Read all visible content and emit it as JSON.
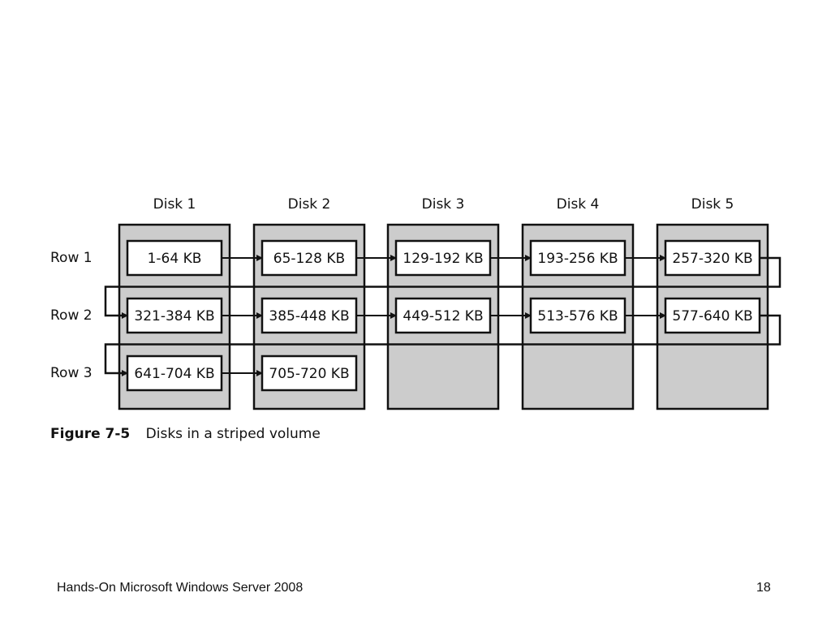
{
  "diagram": {
    "disks": [
      "Disk 1",
      "Disk 2",
      "Disk 3",
      "Disk 4",
      "Disk 5"
    ],
    "rows": [
      "Row 1",
      "Row 2",
      "Row 3"
    ],
    "blocks": [
      [
        "1-64 KB",
        "65-128 KB",
        "129-192 KB",
        "193-256 KB",
        "257-320 KB"
      ],
      [
        "321-384 KB",
        "385-448 KB",
        "449-512 KB",
        "513-576 KB",
        "577-640 KB"
      ],
      [
        "641-704 KB",
        "705-720 KB",
        "",
        "",
        ""
      ]
    ],
    "colors": {
      "disk_fill": "#cccccc",
      "block_fill": "#ffffff",
      "stroke": "#111111"
    }
  },
  "caption": {
    "number": "Figure 7-5",
    "text": "Disks in a striped volume"
  },
  "footer": {
    "title": "Hands-On Microsoft Windows Server 2008",
    "page": "18"
  }
}
